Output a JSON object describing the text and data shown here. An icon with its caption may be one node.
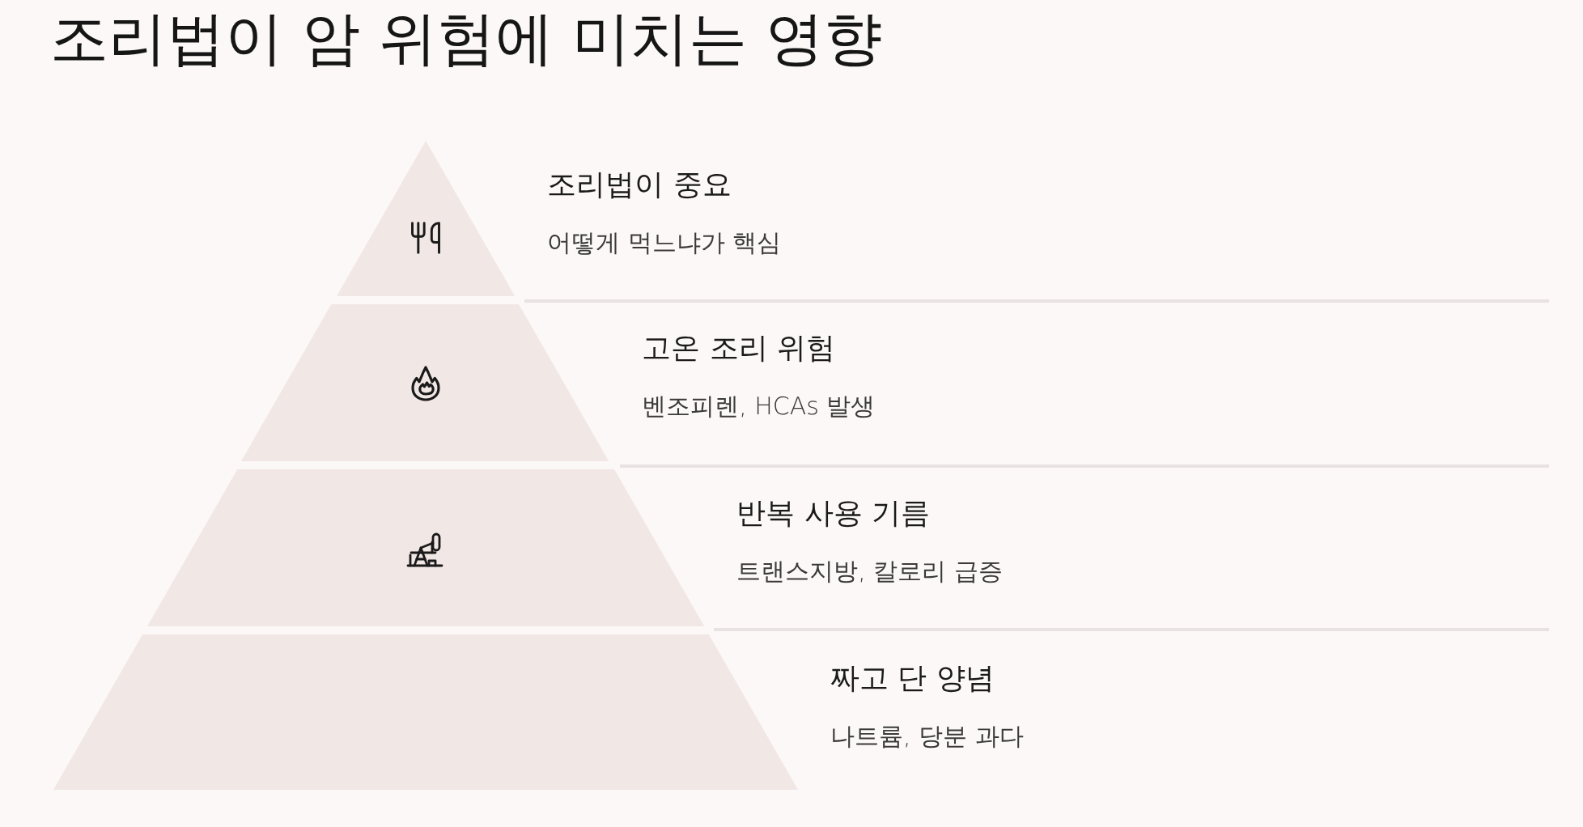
{
  "diagram": {
    "title": "조리법이 암 위험에 미치는 영향",
    "nodes": [
      {
        "text": [
          "조리법이 중요",
          "어떻게 먹느냐가 핵심"
        ]
      },
      {
        "text": [
          "고온 조리 위험",
          "벤조피렌, HCAs 발생"
        ]
      },
      {
        "text": [
          "반복 사용 기름",
          "트랜스지방, 칼로리 급증"
        ]
      },
      {
        "text": [
          "짜고 단 양념",
          "나트륨, 당분 과다"
        ]
      }
    ]
  }
}
